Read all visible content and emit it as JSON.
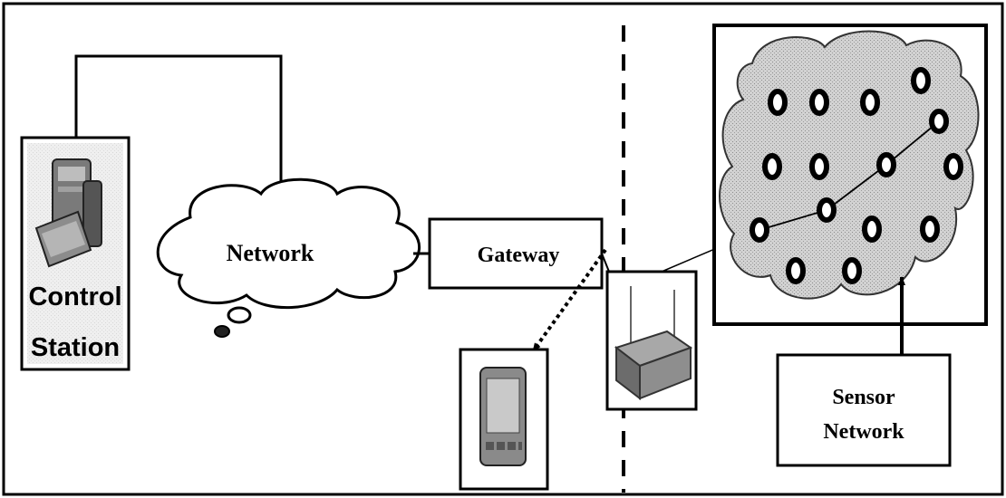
{
  "control_station": {
    "line1": "Control",
    "line2": "Station"
  },
  "network": {
    "label": "Network"
  },
  "gateway": {
    "label": "Gateway"
  },
  "sensor_network": {
    "line1": "Sensor",
    "line2": "Network"
  },
  "icons": {
    "computer": "desktop-computer-icon",
    "handheld": "handheld-device-icon",
    "base_station": "wireless-base-station-icon"
  },
  "colors": {
    "line": "#000000",
    "cloud_fill": "#c8c8c8",
    "background": "#ffffff"
  }
}
